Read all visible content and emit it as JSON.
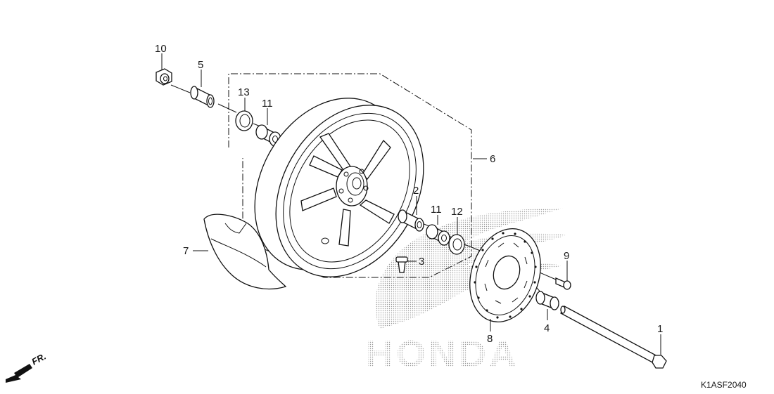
{
  "diagram": {
    "part_labels": [
      {
        "id": "1",
        "text": "1"
      },
      {
        "id": "2",
        "text": "2"
      },
      {
        "id": "3",
        "text": "3"
      },
      {
        "id": "4",
        "text": "4"
      },
      {
        "id": "5",
        "text": "5"
      },
      {
        "id": "6",
        "text": "6"
      },
      {
        "id": "7",
        "text": "7"
      },
      {
        "id": "8",
        "text": "8"
      },
      {
        "id": "9",
        "text": "9"
      },
      {
        "id": "10",
        "text": "10"
      },
      {
        "id": "11a",
        "text": "11"
      },
      {
        "id": "11b",
        "text": "11"
      },
      {
        "id": "12",
        "text": "12"
      },
      {
        "id": "13",
        "text": "13"
      }
    ],
    "watermark": "HONDA",
    "direction_label": "FR.",
    "diagram_code": "K1ASF2040"
  }
}
